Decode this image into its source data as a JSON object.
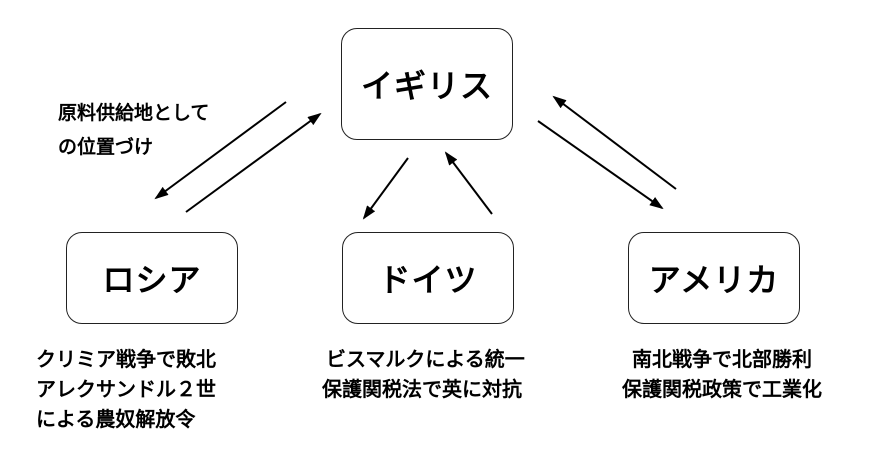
{
  "nodes": {
    "uk": {
      "label": "イギリス"
    },
    "russia": {
      "label": "ロシア"
    },
    "germany": {
      "label": "ドイツ"
    },
    "america": {
      "label": "アメリカ"
    }
  },
  "annotation": {
    "lines": [
      "原料供給地として",
      "の位置づけ"
    ]
  },
  "notes": {
    "russia": [
      "クリミア戦争で敗北",
      "アレクサンドル２世",
      "による農奴解放令"
    ],
    "germany": [
      "ビスマルクによる統一",
      "保護関税法で英に対抗"
    ],
    "america": [
      "南北戦争で北部勝利",
      "保護関税政策で工業化"
    ]
  },
  "colors": {
    "stroke": "#000000",
    "background": "#ffffff"
  }
}
